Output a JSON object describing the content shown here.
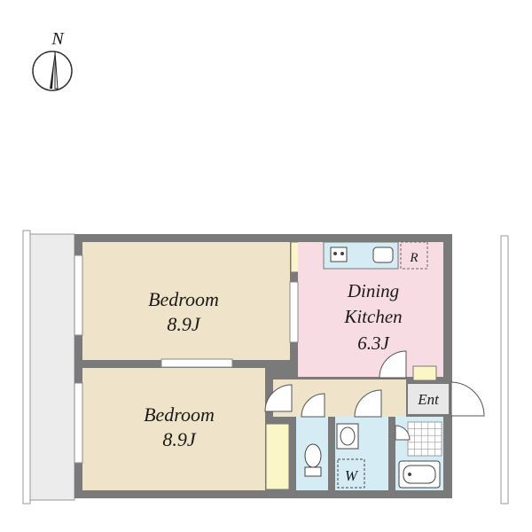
{
  "compass": {
    "label": "N",
    "icon": "north-arrow-icon"
  },
  "rooms": {
    "bedroom_top": {
      "name": "Bedroom",
      "size": "8.9J"
    },
    "bedroom_bottom": {
      "name": "Bedroom",
      "size": "8.9J"
    },
    "dining_kitchen": {
      "name_line1": "Dining",
      "name_line2": "Kitchen",
      "size": "6.3J"
    },
    "entrance": {
      "label": "Ent"
    },
    "washer": {
      "label": "W"
    },
    "refrigerator": {
      "label": "R"
    }
  },
  "colors": {
    "bedroom": "#efe3c9",
    "kitchen": "#f7dde3",
    "wet_area": "#d5ecf5",
    "closet": "#fbf6c6",
    "hall": "#efe3c9",
    "entrance": "#e8e8e8",
    "wall": "#7a7a7a",
    "balcony": "#ececec"
  }
}
